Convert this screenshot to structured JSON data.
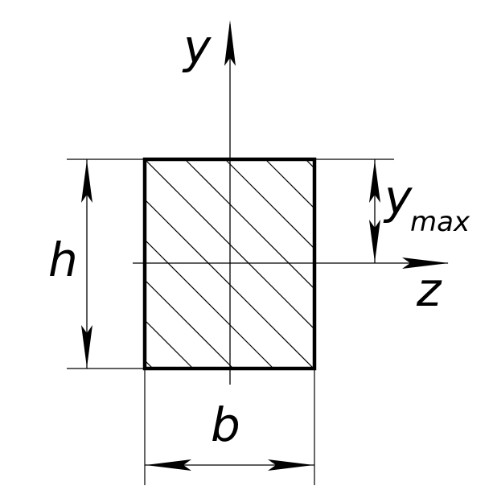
{
  "labels": {
    "y_axis": "y",
    "z_axis": "z",
    "height": "h",
    "width": "b",
    "y_max_main": "y",
    "y_max_sub": "max"
  },
  "colors": {
    "stroke": "#000000",
    "background": "#ffffff"
  }
}
